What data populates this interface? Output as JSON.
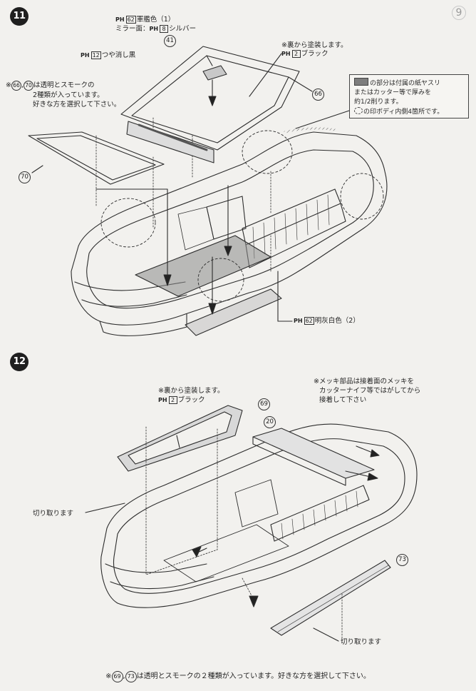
{
  "page": {
    "number_icon": "page-number-circle",
    "number": "9"
  },
  "step11": {
    "badge": "11",
    "labels": {
      "mirror_color_1": "軍艦色（1）",
      "mirror_color_2_prefix": "ミラー面：",
      "mirror_color_2": "シルバー",
      "matte_black": "つや消し黒",
      "paint_back": "※裏から塗装します。",
      "black": "ブラック",
      "bright_gray": "明灰白色（2）",
      "ph": "PH",
      "ph_num_62a": "62",
      "ph_num_8": "8",
      "ph_num_12": "12",
      "ph_num_2": "2",
      "ph_num_62b": "62"
    },
    "clear_smoke_note": {
      "mark": "※",
      "n1": "66",
      "sep": ",",
      "n2": "70",
      "line1_suffix": "は透明とスモークの",
      "line2": "2種類が入っています。",
      "line3": "好きな方を選択して下さい。"
    },
    "sanding_note": {
      "line1": "の部分は付属の紙ヤスリ",
      "line2": "またはカッター等で厚みを",
      "line3": "約1/2削ります。",
      "line4": "の印ボディ内側4箇所です。"
    },
    "parts": {
      "p41": "41",
      "p66": "66",
      "p70": "70"
    }
  },
  "step12": {
    "badge": "12",
    "labels": {
      "paint_back": "※裏から塗装します。",
      "black": "ブラック",
      "ph": "PH",
      "ph_num_2": "2",
      "cut_off_left": "切り取ります",
      "cut_off_right": "切り取ります"
    },
    "chrome_note": {
      "line1": "※メッキ部品は接着面のメッキを",
      "line2": "カッターナイフ等ではがしてから",
      "line3": "接着して下さい"
    },
    "parts": {
      "p69": "69",
      "p20": "20",
      "p73": "73"
    }
  },
  "footer": {
    "mark": "※",
    "n1": "69",
    "sep": ",",
    "n2": "73",
    "text": "は透明とスモークの２種類が入っています。好きな方を選択して下さい。"
  }
}
